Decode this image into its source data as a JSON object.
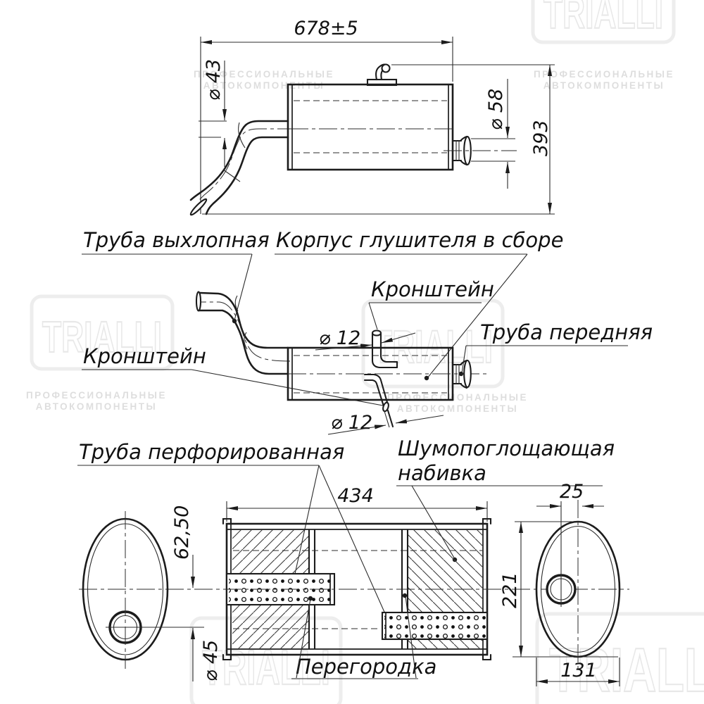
{
  "drawing": {
    "side_view": {
      "overall_length": "678±5",
      "inlet_pipe_diameter": "⌀ 43",
      "outlet_diameter": "⌀ 58",
      "overall_height": "393"
    },
    "plan_view": {
      "exhaust_pipe_label": "Труба выхлопная",
      "muffler_assembly_label": "Корпус глушителя в сборе",
      "bracket_upper_label": "Кронштейн",
      "bracket_lower_label": "Кронштейн",
      "front_pipe_label": "Труба передняя",
      "bracket_rod_upper_diameter": "⌀ 12",
      "bracket_rod_lower_diameter": "⌀ 12"
    },
    "section_view": {
      "perforated_pipe_label": "Труба перфорированная",
      "absorbing_filling_label_line1": "Шумопоглощающая",
      "absorbing_filling_label_line2": "набивка",
      "partition_label": "Перегородка",
      "shell_length": "434",
      "inlet_offset": "62,50",
      "inlet_hole_diameter": "⌀ 45",
      "shell_height": "221",
      "outlet_offset": "25",
      "shell_width": "131"
    }
  },
  "watermark": {
    "brand": "TRIALLI",
    "tagline_line1": "ПРОФЕССИОНАЛЬНЫЕ",
    "tagline_line2": "АВТОКОМПОНЕНТЫ"
  },
  "colors": {
    "line": "#1c1c1c",
    "background": "#ffffff"
  }
}
